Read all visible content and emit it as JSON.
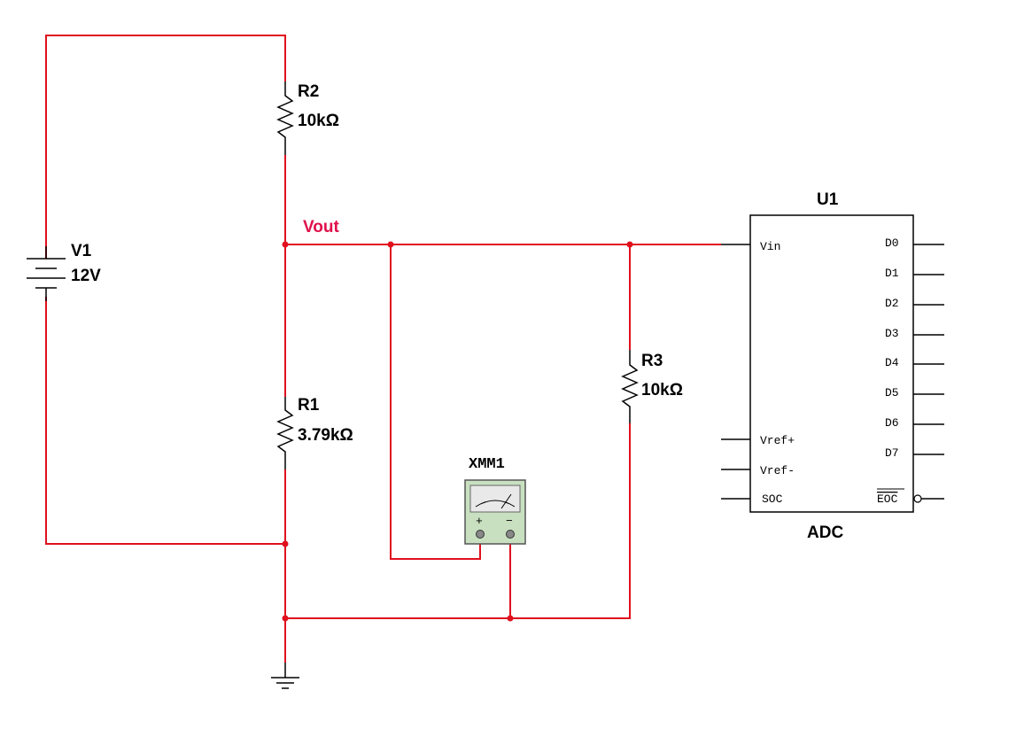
{
  "components": {
    "V1": {
      "ref": "V1",
      "value": "12V"
    },
    "R2": {
      "ref": "R2",
      "value": "10kΩ"
    },
    "R1": {
      "ref": "R1",
      "value": "3.79kΩ"
    },
    "R3": {
      "ref": "R3",
      "value": "10kΩ"
    },
    "XMM1": {
      "ref": "XMM1",
      "plus": "+",
      "minus": "−"
    },
    "U1": {
      "ref": "U1",
      "type": "ADC",
      "left_pins": [
        "Vin",
        "Vref+",
        "Vref-",
        "SOC"
      ],
      "right_pins": [
        "D0",
        "D1",
        "D2",
        "D3",
        "D4",
        "D5",
        "D6",
        "D7",
        "EOC"
      ]
    }
  },
  "nets": {
    "vout": "Vout"
  },
  "colors": {
    "wire": "#e0101e",
    "net_label": "#e0104a",
    "component": "#000000",
    "meter_body": "#c8e0c0"
  },
  "icons": [
    "battery-icon",
    "resistor-icon",
    "ground-icon",
    "multimeter-icon",
    "adc-chip-icon"
  ]
}
